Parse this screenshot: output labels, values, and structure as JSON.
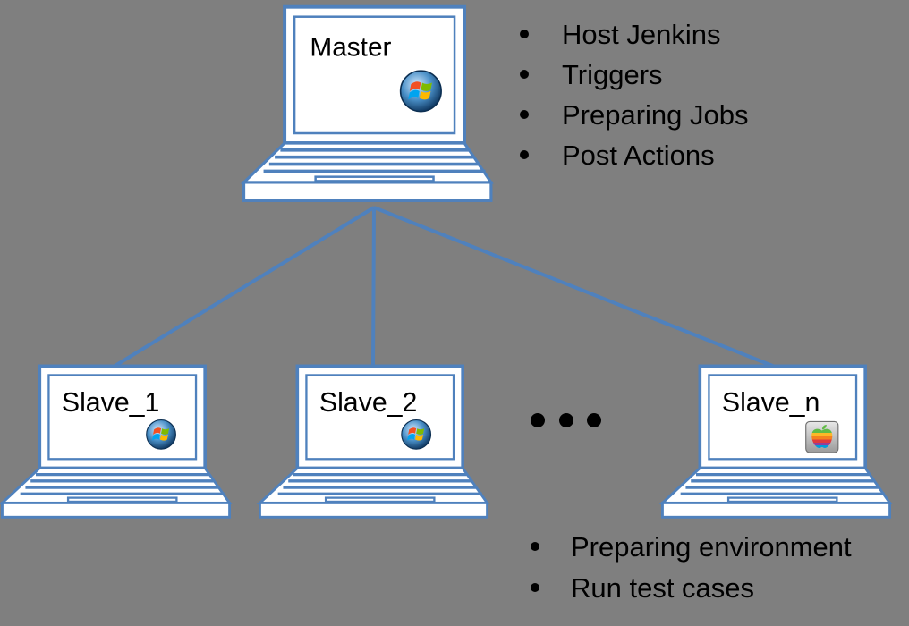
{
  "diagram": {
    "nodes": {
      "master": {
        "label": "Master",
        "os_icon": "windows-logo-icon"
      },
      "slaves": [
        {
          "label": "Slave_1",
          "os_icon": "windows-logo-icon"
        },
        {
          "label": "Slave_2",
          "os_icon": "windows-logo-icon"
        },
        {
          "label": "Slave_n",
          "os_icon": "apple-logo-icon"
        }
      ]
    },
    "edges": [
      {
        "from": "Master",
        "to": "Slave_1"
      },
      {
        "from": "Master",
        "to": "Slave_2"
      },
      {
        "from": "Master",
        "to": "Slave_n"
      }
    ],
    "colors": {
      "background": "#7f7f7f",
      "laptop_outline": "#4f81bd",
      "connector": "#4f81bd"
    }
  },
  "master_notes": [
    "Host Jenkins",
    "Triggers",
    "Preparing Jobs",
    "Post Actions"
  ],
  "slave_notes": [
    "Preparing environment",
    "Run test cases"
  ]
}
